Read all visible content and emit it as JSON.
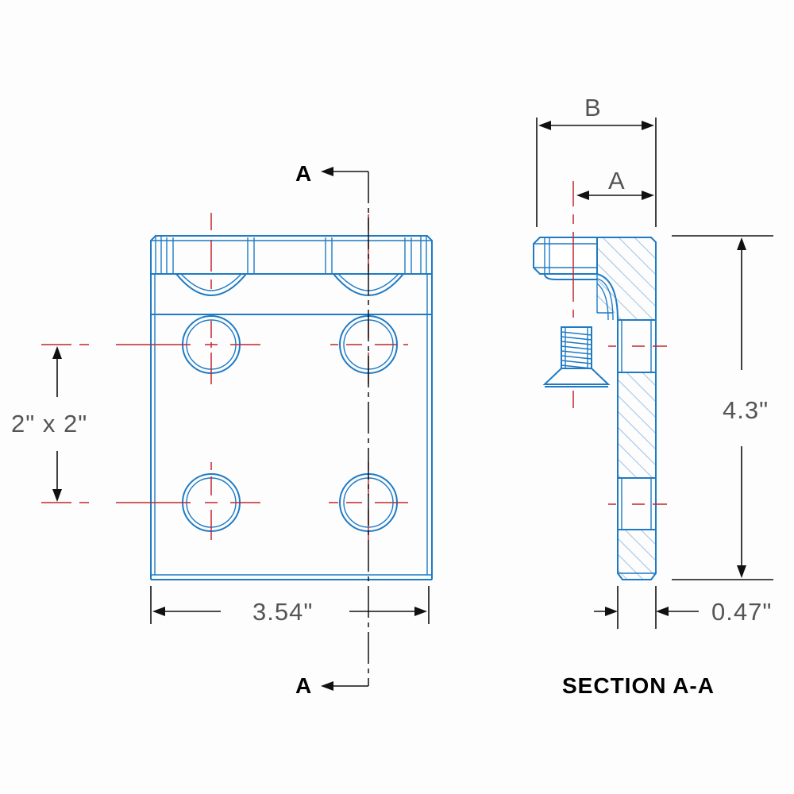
{
  "dimensions": {
    "holes": "2\" x 2\"",
    "width": "3.54\"",
    "height": "4.3\"",
    "thickness": "0.47\"",
    "b": "B",
    "a": "A"
  },
  "section_marker_top": "A",
  "section_marker_bottom": "A",
  "section_title": "SECTION A-A",
  "colors": {
    "part": "#1e7ac4",
    "centerline": "#c0272d",
    "dimension": "#111111"
  }
}
